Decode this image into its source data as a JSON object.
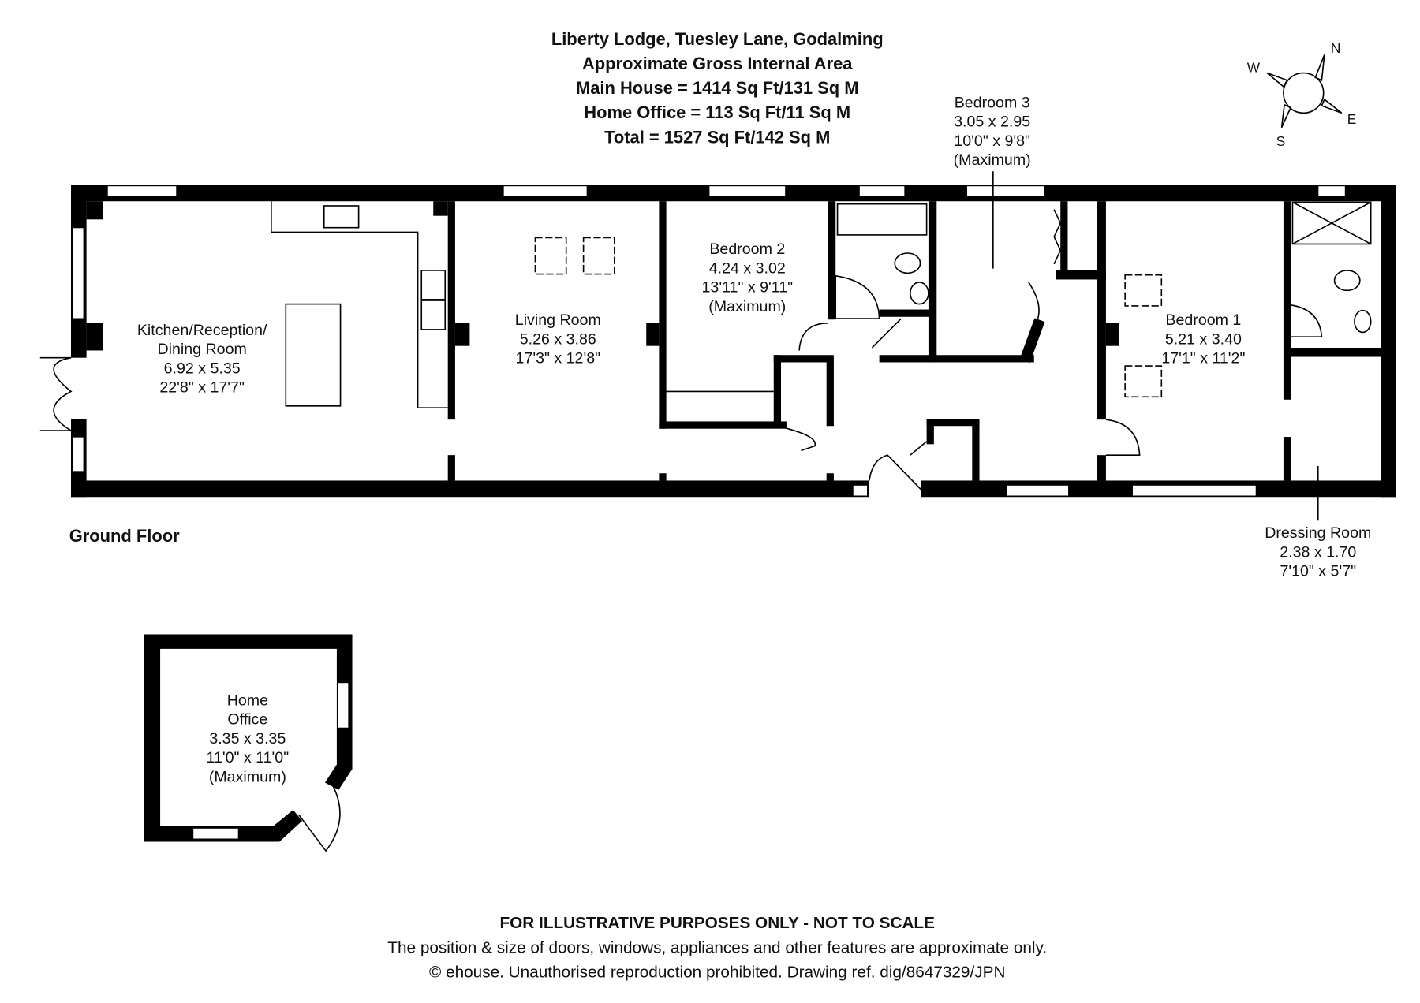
{
  "header": {
    "title": "Liberty Lodge, Tuesley Lane, Godalming",
    "subtitle": "Approximate Gross Internal Area",
    "main_house": "Main House = 1414 Sq Ft/131 Sq M",
    "home_office": "Home Office = 113 Sq Ft/11 Sq M",
    "total": "Total = 1527 Sq Ft/142 Sq M"
  },
  "compass": {
    "n": "N",
    "e": "E",
    "s": "S",
    "w": "W"
  },
  "floor_label": "Ground Floor",
  "rooms": {
    "kitchen": {
      "name1": "Kitchen/Reception/",
      "name2": "Dining Room",
      "metric": "6.92 x 5.35",
      "imperial": "22'8\" x 17'7\""
    },
    "living": {
      "name": "Living Room",
      "metric": "5.26 x 3.86",
      "imperial": "17'3\" x 12'8\""
    },
    "bedroom2": {
      "name": "Bedroom 2",
      "metric": "4.24 x 3.02",
      "imperial": "13'11\" x 9'11\"",
      "note": "(Maximum)"
    },
    "bedroom3": {
      "name": "Bedroom 3",
      "metric": "3.05 x 2.95",
      "imperial": "10'0\" x 9'8\"",
      "note": "(Maximum)"
    },
    "bedroom1": {
      "name": "Bedroom 1",
      "metric": "5.21 x 3.40",
      "imperial": "17'1\" x 11'2\""
    },
    "dressing": {
      "name": "Dressing Room",
      "metric": "2.38 x 1.70",
      "imperial": "7'10\" x 5'7\""
    },
    "office": {
      "name1": "Home",
      "name2": "Office",
      "metric": "3.35 x 3.35",
      "imperial": "11'0\" x 11'0\"",
      "note": "(Maximum)"
    }
  },
  "footer": {
    "disclaimer": "FOR ILLUSTRATIVE PURPOSES ONLY - NOT TO SCALE",
    "note": "The position & size of doors, windows, appliances and other features are approximate only.",
    "copyright": "© ehouse. Unauthorised reproduction prohibited. Drawing ref. dig/8647329/JPN"
  }
}
